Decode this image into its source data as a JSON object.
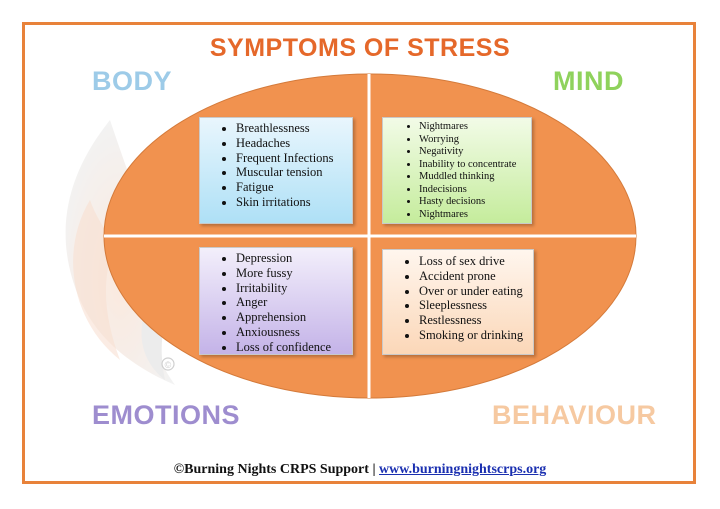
{
  "title": "SYMPTOMS OF STRESS",
  "quadrants": {
    "body": {
      "label": "BODY",
      "items": [
        "Breathlessness",
        "Headaches",
        "Frequent Infections",
        "Muscular tension",
        "Fatigue",
        "Skin irritations"
      ]
    },
    "mind": {
      "label": "MIND",
      "items": [
        "Nightmares",
        "Worrying",
        "Negativity",
        "Inability to concentrate",
        "Muddled thinking",
        "Indecisions",
        "Hasty decisions",
        "Nightmares"
      ]
    },
    "emotions": {
      "label": "EMOTIONS",
      "items": [
        "Depression",
        "More fussy",
        "Irritability",
        "Anger",
        "Apprehension",
        "Anxiousness",
        "Loss of confidence"
      ]
    },
    "behaviour": {
      "label": "BEHAVIOUR",
      "items": [
        "Loss of sex drive",
        "Accident prone",
        "Over or under eating",
        "Sleeplessness",
        "Restlessness",
        "Smoking or drinking"
      ]
    }
  },
  "watermark": "©",
  "footer": {
    "text": "©Burning Nights CRPS Support | ",
    "link": "www.burningnightscrps.org"
  },
  "colors": {
    "frame": "#e8823a",
    "ellipse": "#f1924f",
    "title": "#e5682a",
    "body": "#9dcbe8",
    "mind": "#8fd25c",
    "emotions": "#9e8dcf",
    "behaviour": "#f6c9a1"
  }
}
